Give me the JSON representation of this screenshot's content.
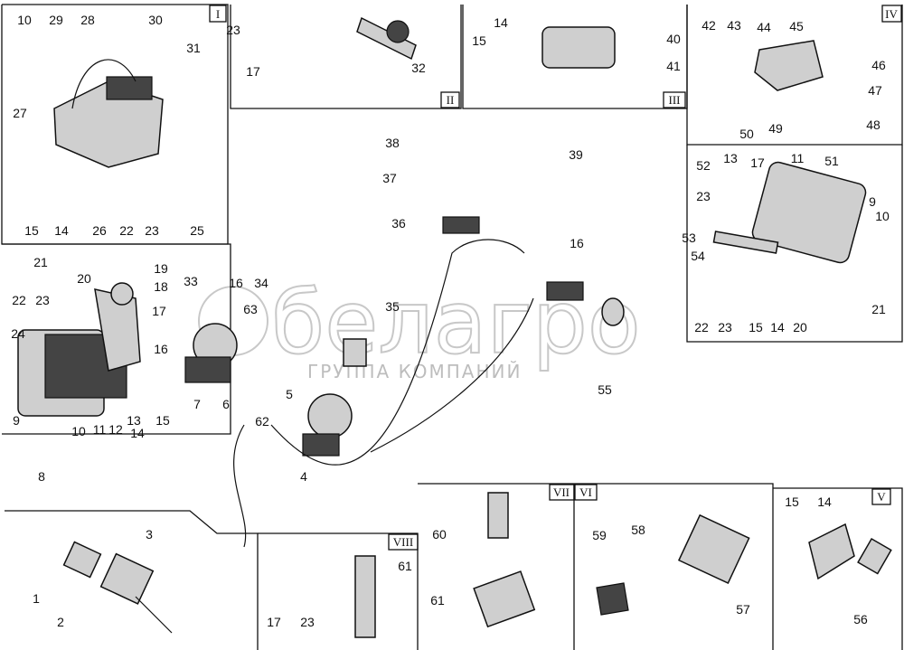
{
  "watermark": {
    "logo_text": "белагро",
    "subtitle": "ГРУППА КОМПАНИЙ"
  },
  "panels": [
    "I",
    "II",
    "III",
    "IV",
    "V",
    "VI",
    "VII",
    "VIII"
  ],
  "labels": [
    "10",
    "29",
    "28",
    "30",
    "31",
    "27",
    "26",
    "22",
    "23",
    "25",
    "15",
    "14",
    "23",
    "17",
    "32",
    "14",
    "15",
    "40",
    "41",
    "42",
    "43",
    "44",
    "45",
    "46",
    "47",
    "48",
    "50",
    "49",
    "52",
    "13",
    "17",
    "11",
    "51",
    "9",
    "10",
    "23",
    "53",
    "54",
    "22",
    "23",
    "15",
    "14",
    "20",
    "21",
    "21",
    "20",
    "19",
    "18",
    "22",
    "23",
    "17",
    "16",
    "24",
    "9",
    "10",
    "11",
    "12",
    "13",
    "14",
    "15",
    "38",
    "39",
    "37",
    "36",
    "16",
    "35",
    "33",
    "16",
    "34",
    "63",
    "62",
    "5",
    "4",
    "7",
    "6",
    "8",
    "55",
    "1",
    "2",
    "3",
    "17",
    "23",
    "61",
    "60",
    "61",
    "59",
    "58",
    "57",
    "15",
    "14",
    "56"
  ]
}
